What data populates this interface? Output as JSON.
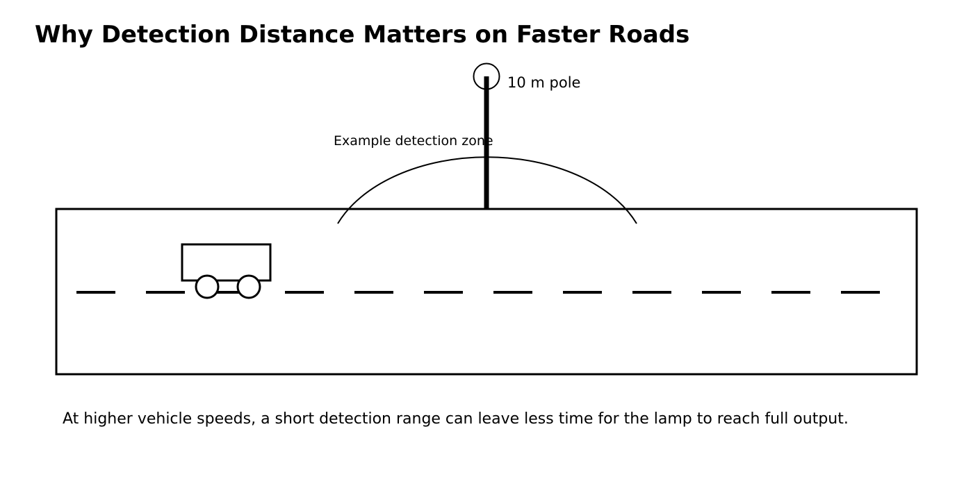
{
  "title": "Why Detection Distance Matters on Faster Roads",
  "pole_label": "10 m pole",
  "zone_label": "Example detection zone",
  "caption": "At higher vehicle speeds, a short detection range can leave less time for the lamp to reach full output.",
  "colors": {
    "ink": "#000000",
    "background": "#ffffff"
  }
}
